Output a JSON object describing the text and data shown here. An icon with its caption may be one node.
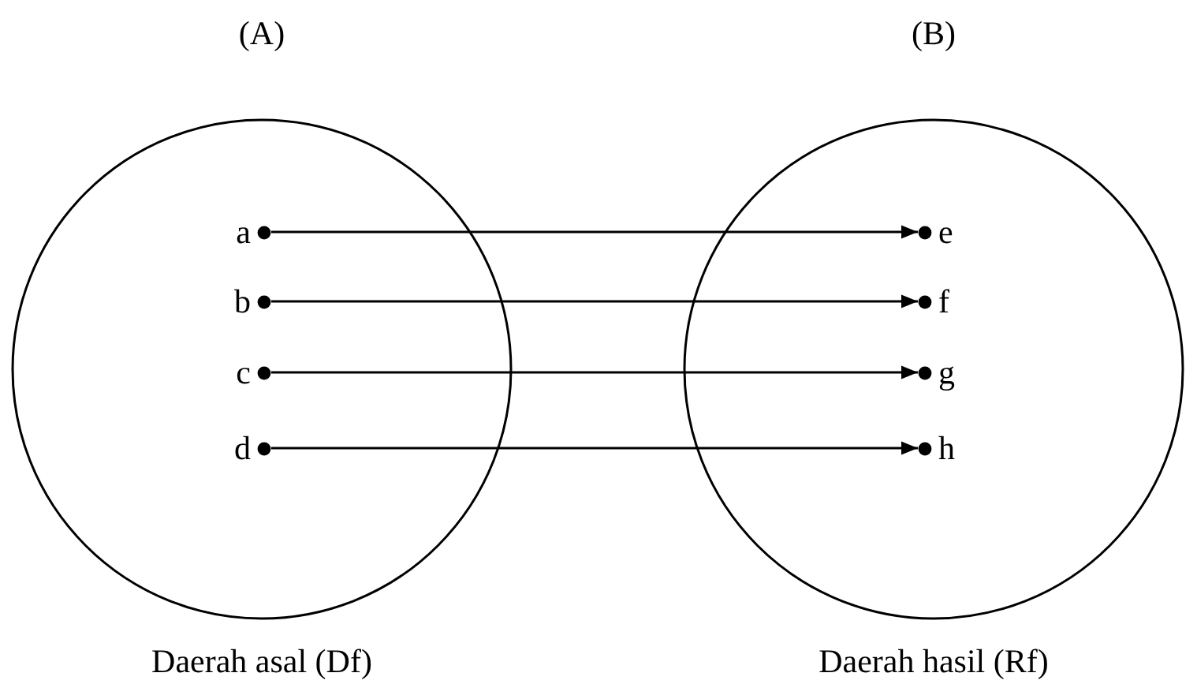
{
  "diagram": {
    "nodes": [
      {
        "text": [
          "(A)"
        ],
        "beside": [
          "Daerah asal (Df)"
        ]
      },
      {
        "text": [
          "a"
        ],
        "in": 0
      },
      {
        "text": [
          "b"
        ],
        "in": 0
      },
      {
        "text": [
          "c"
        ],
        "in": 0
      },
      {
        "text": [
          "d"
        ],
        "in": 0
      },
      {
        "text": [
          "(B)"
        ],
        "beside": [
          "Daerah hasil (Rf)"
        ]
      },
      {
        "text": [
          "e"
        ],
        "in": 5
      },
      {
        "text": [
          "f"
        ],
        "in": 5
      },
      {
        "text": [
          "g"
        ],
        "in": 5
      },
      {
        "text": [
          "h"
        ],
        "in": 5
      }
    ],
    "edges": [
      {
        "from": 1,
        "to": 6,
        "arrow": "to"
      },
      {
        "from": 2,
        "to": 7,
        "arrow": "to"
      },
      {
        "from": 3,
        "to": 8,
        "arrow": "to"
      },
      {
        "from": 4,
        "to": 9,
        "arrow": "to"
      }
    ]
  }
}
